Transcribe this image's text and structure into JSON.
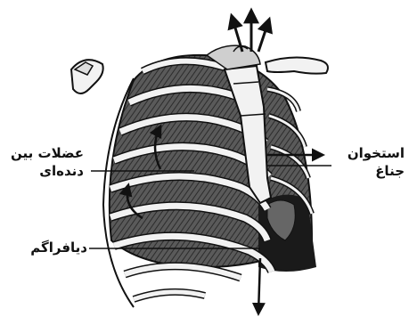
{
  "labels": {
    "intercostal": [
      "عضلات بین",
      "دنده‌ای"
    ],
    "sternum": [
      "استخوان",
      "جناغ"
    ],
    "diaphragm": "دیافراگم"
  },
  "colors": {
    "ink": "#111111",
    "muscle": "#4a4a4a",
    "bone": "#f2f2f2"
  }
}
